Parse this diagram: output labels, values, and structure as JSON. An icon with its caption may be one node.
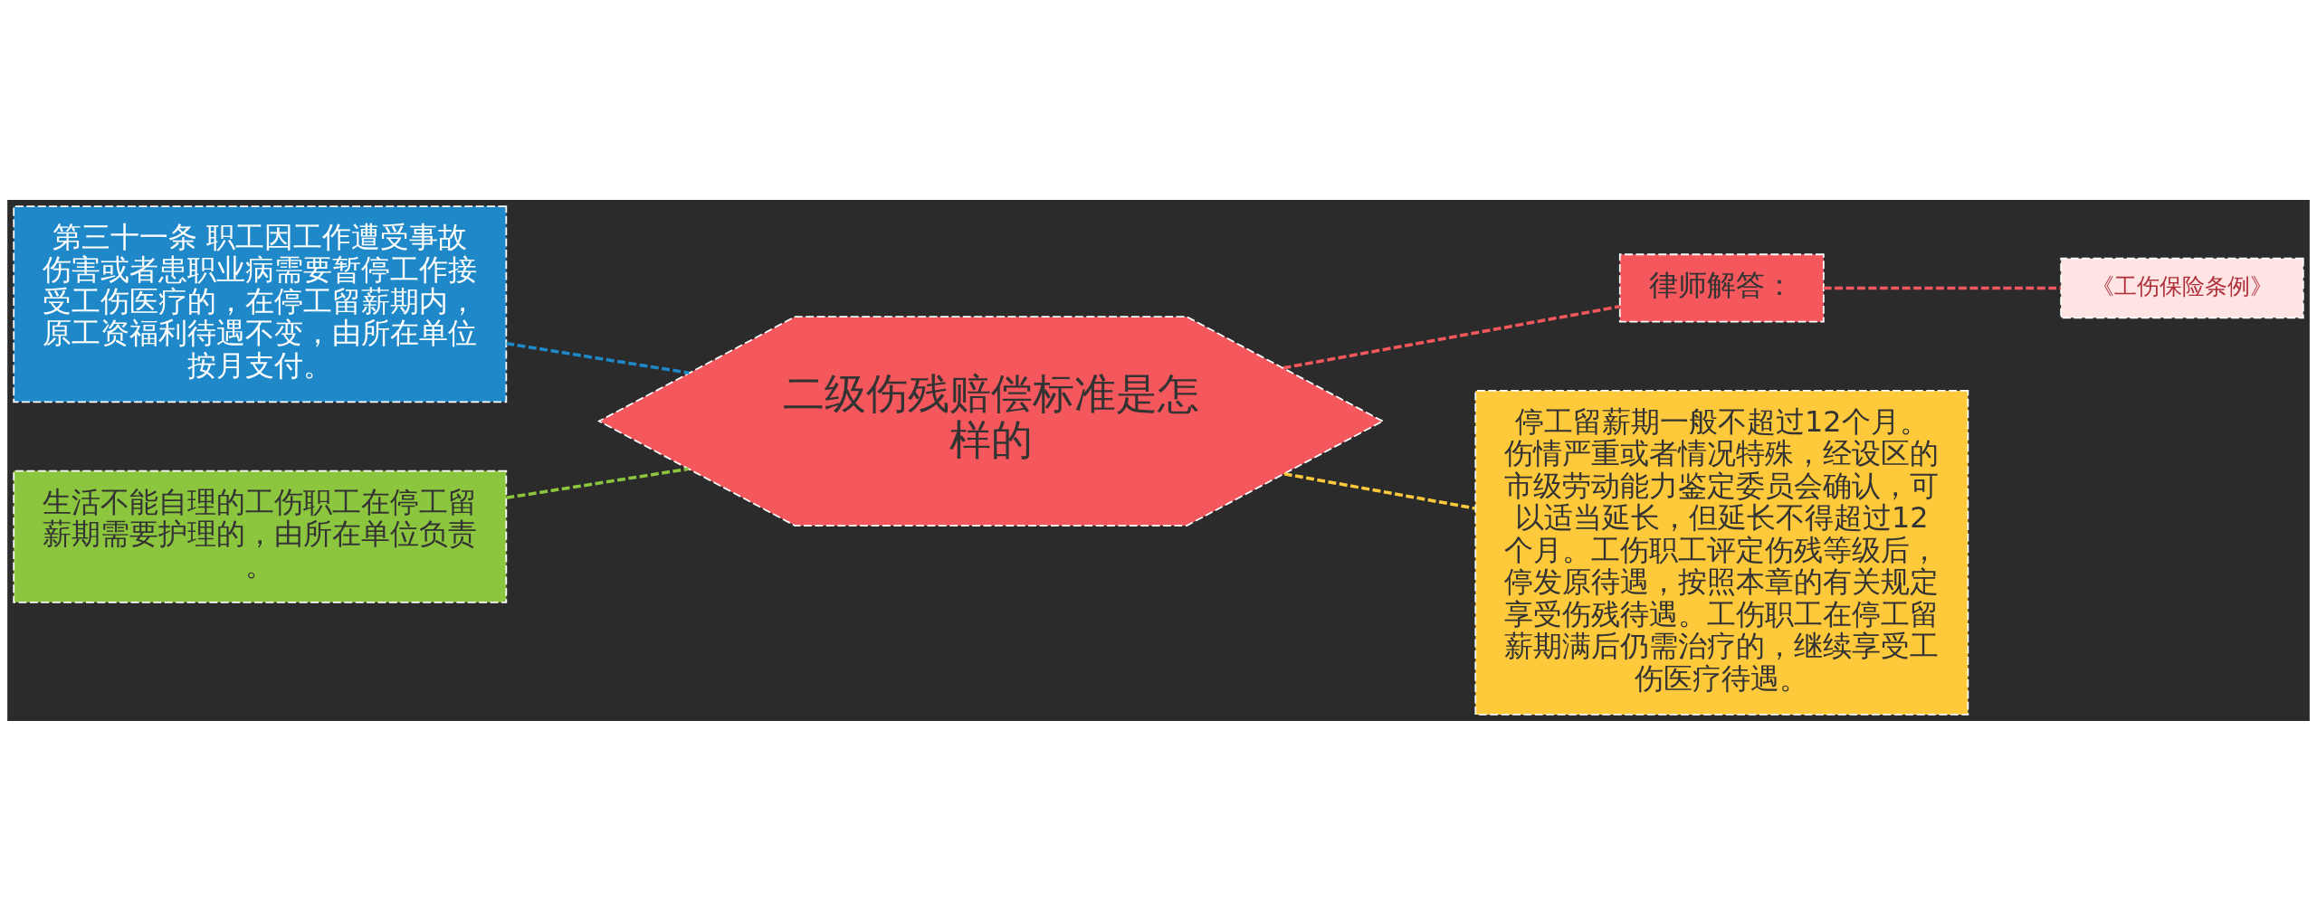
{
  "diagram": {
    "nodes": [
      {
        "text": [
          "二级伤残赔偿标准是怎样的"
        ]
      },
      {
        "text": [
          "第三十一条 职工因工作遭受事故伤害或者患职业病需要暂停工作接受工伤医疗的，在停工留薪期内，原工资福利待遇不变，由所在单位按月支付。"
        ]
      },
      {
        "text": [
          "生活不能自理的工伤职工在停工留薪期需要护理的，由所在单位负责。"
        ]
      },
      {
        "text": [
          "律师解答："
        ]
      },
      {
        "text": [
          "《工伤保险条例》"
        ]
      },
      {
        "text": [
          "停工留薪期一般不超过12个月。伤情严重或者情况特殊，经设区的市级劳动能力鉴定委员会确认，可以适当延长，但延长不得超过12个月。工伤职工评定伤残等级后，停发原待遇，按照本章的有关规定享受伤残待遇。工伤职工在停工留薪期满后仍需治疗的，继续享受工伤医疗待遇。"
        ]
      }
    ],
    "edges": [
      {
        "from": 0,
        "to": 1,
        "arrow": "none",
        "style": "dashed",
        "color": "#1e88c8"
      },
      {
        "from": 0,
        "to": 2,
        "arrow": "none",
        "style": "dashed",
        "color": "#8cc63f"
      },
      {
        "from": 0,
        "to": 3,
        "arrow": "none",
        "style": "dashed",
        "color": "#f4575c"
      },
      {
        "from": 3,
        "to": 4,
        "arrow": "none",
        "style": "dashed",
        "color": "#f4575c"
      },
      {
        "from": 0,
        "to": 5,
        "arrow": "none",
        "style": "dashed",
        "color": "#ffc93c"
      }
    ]
  }
}
